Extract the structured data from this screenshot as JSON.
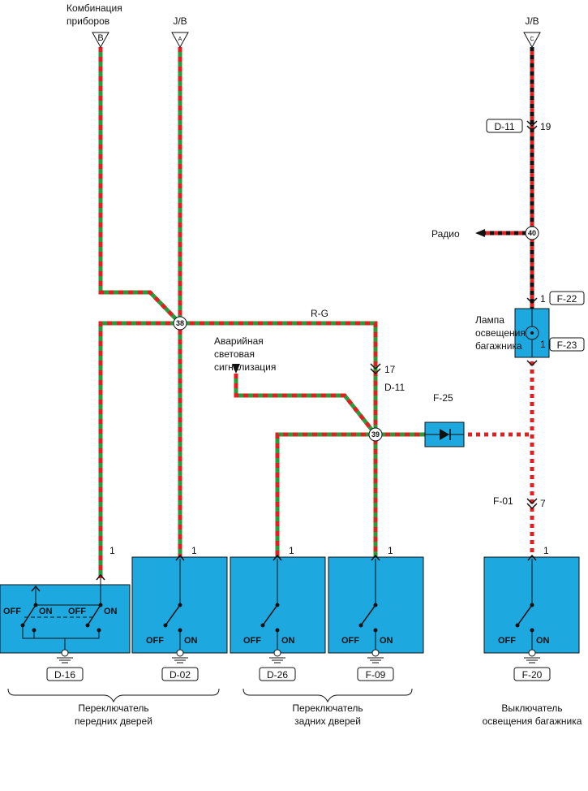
{
  "colors": {
    "wire_red": "#e02020",
    "wire_green": "#2a9a3a",
    "wire_black": "#111111",
    "wire_white": "#ffffff",
    "component_fill": "#1ea8e0"
  },
  "top_connectors": {
    "kombinatsiya": {
      "title_line1": "Комбинация",
      "title_line2": "приборов",
      "pin": "B"
    },
    "jb_a": {
      "title": "J/B",
      "pin": "A"
    },
    "jb_c": {
      "title": "J/B",
      "pin": "C"
    }
  },
  "labels": {
    "radio": "Радио",
    "wire_color": "R-G",
    "avariynaya_1": "Аварийная",
    "avariynaya_2": "световая",
    "avariynaya_3": "сигнализация",
    "lampa_1": "Лампа",
    "lampa_2": "освещения",
    "lampa_3": "багажника",
    "f25": "F-25",
    "d11_mid": "D-11",
    "f01": "F-01"
  },
  "nodes": {
    "n38": "38",
    "n39": "39",
    "n40": "40"
  },
  "pins": {
    "d11_top_pin": "19",
    "d11_mid_pin": "17",
    "f22_pin": "1",
    "f23_pin": "1",
    "f01_pin": "7",
    "d16_pin": "1",
    "d02_pin": "1",
    "d26_pin": "1",
    "f09_pin": "1",
    "f20_pin": "1"
  },
  "connectors": {
    "d11_top": "D-11",
    "f22": "F-22",
    "f23": "F-23",
    "d16": "D-16",
    "d02": "D-02",
    "d26": "D-26",
    "f09": "F-09",
    "f20": "F-20"
  },
  "switch_states": {
    "off": "OFF",
    "on": "ON"
  },
  "groups": {
    "front_1": "Переключатель",
    "front_2": "передних дверей",
    "rear_1": "Переключатель",
    "rear_2": "задних дверей",
    "trunk_1": "Выключатель",
    "trunk_2": "освещения багажника"
  }
}
